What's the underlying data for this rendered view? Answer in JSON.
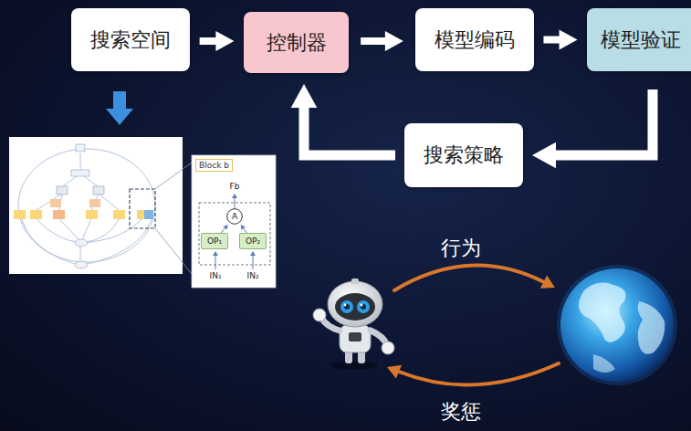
{
  "diagram": {
    "nodes": [
      {
        "text": [
          "搜索空间"
        ]
      },
      {
        "text": [
          "控制器"
        ]
      },
      {
        "text": [
          "模型编码"
        ]
      },
      {
        "text": [
          "模型验证"
        ]
      },
      {
        "text": [
          "搜索策略"
        ]
      },
      {
        "text": [
          "Block b"
        ]
      },
      {
        "text": [
          "A"
        ],
        "in": 5
      },
      {
        "text": [
          "OP₁"
        ],
        "in": 5
      },
      {
        "text": [
          "OP₂"
        ],
        "in": 5
      }
    ],
    "edges": [
      {
        "from": 0,
        "to": 1,
        "arrow": "to"
      },
      {
        "from": 1,
        "to": 2,
        "arrow": "to"
      },
      {
        "from": 2,
        "to": 3,
        "arrow": "to"
      },
      {
        "from": 3,
        "to": 4,
        "arrow": "to"
      },
      {
        "from": 4,
        "to": 1,
        "arrow": "to"
      },
      {
        "from": 7,
        "to": 6,
        "arrow": "to"
      },
      {
        "from": 8,
        "to": 6,
        "arrow": "to"
      }
    ],
    "labels": [
      "Fb",
      "IN₁",
      "IN₂",
      "行为",
      "奖惩"
    ]
  }
}
